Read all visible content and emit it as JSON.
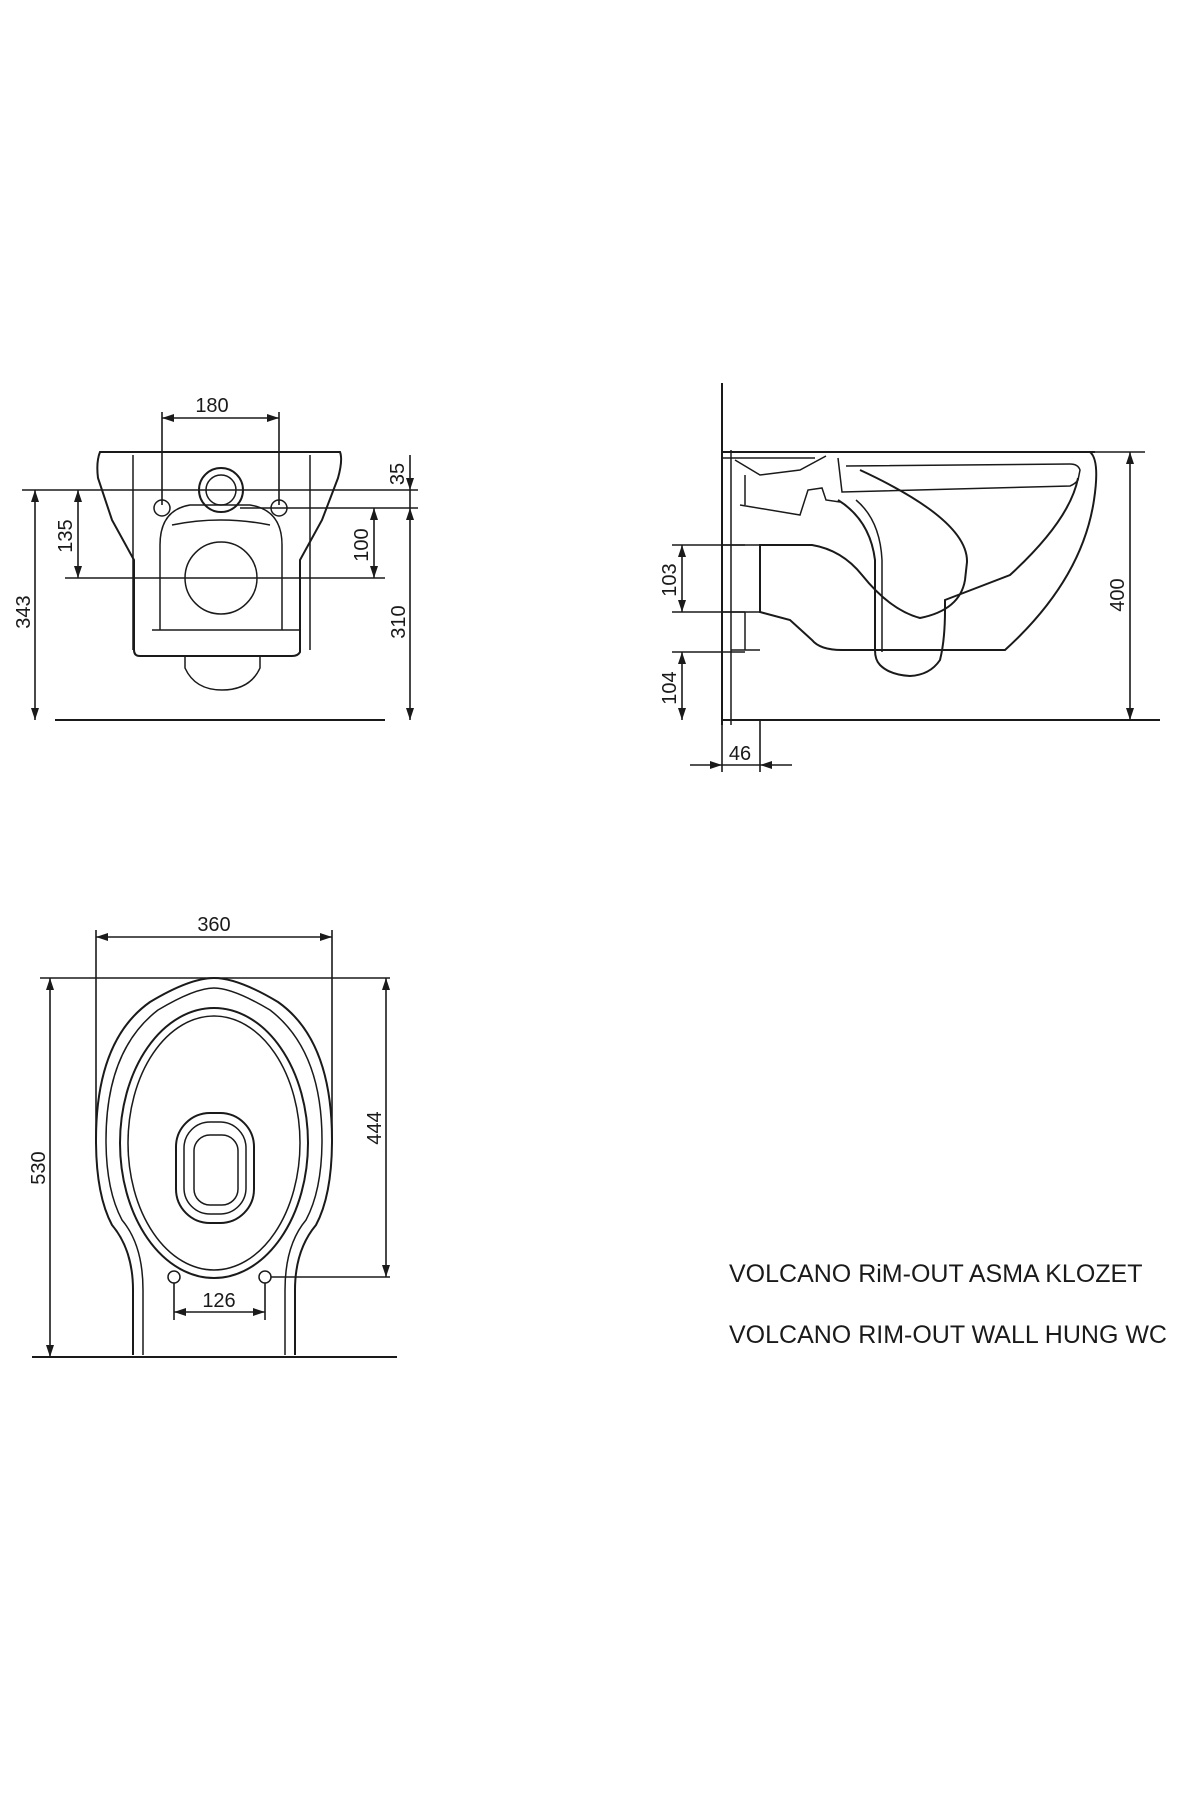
{
  "front_view": {
    "dimensions": {
      "top_width": "180",
      "top_offset": "35",
      "left_inner": "135",
      "right_inner": "100",
      "left_height": "343",
      "right_height": "310"
    }
  },
  "side_view": {
    "dimensions": {
      "outlet_height": "103",
      "bottom_offset": "104",
      "wall_gap": "46",
      "total_height": "400"
    }
  },
  "top_view": {
    "dimensions": {
      "width": "360",
      "depth": "530",
      "bowl_depth": "444",
      "hole_spacing": "126"
    }
  },
  "captions": {
    "line1": "VOLCANO RiM-OUT ASMA KLOZET",
    "line2": "VOLCANO RIM-OUT WALL HUNG WC"
  }
}
